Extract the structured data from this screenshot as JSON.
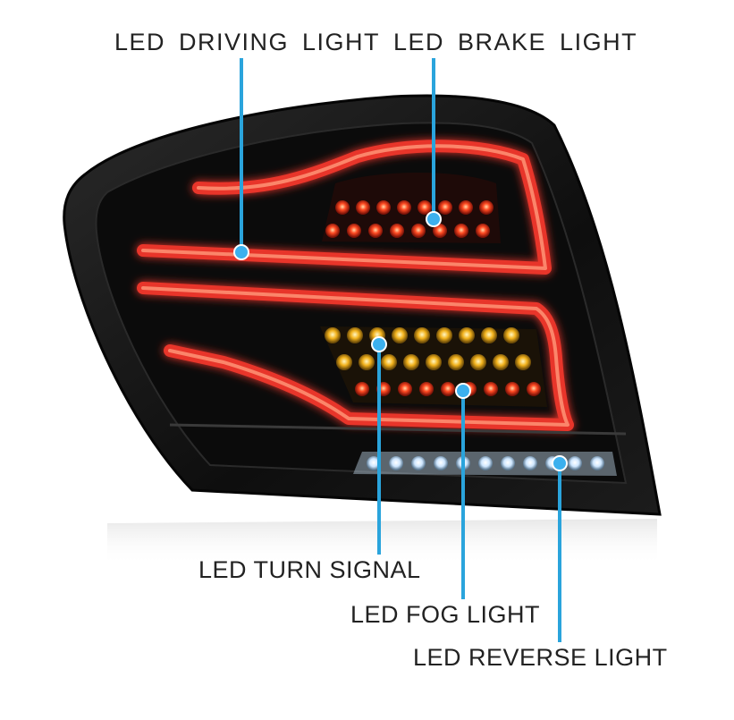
{
  "colors": {
    "callout_line": "#2aa4dc",
    "callout_dot": "#3cb0ee",
    "housing": "#141414",
    "red_bar": "#e8342a",
    "amber": "#f2b21c",
    "white_led": "#dff1ff"
  },
  "labels": {
    "driving": "LED DRIVING LIGHT",
    "brake": "LED BRAKE LIGHT",
    "turn": "LED TURN SIGNAL",
    "fog": "LED FOG LIGHT",
    "reverse": "LED REVERSE LIGHT"
  }
}
